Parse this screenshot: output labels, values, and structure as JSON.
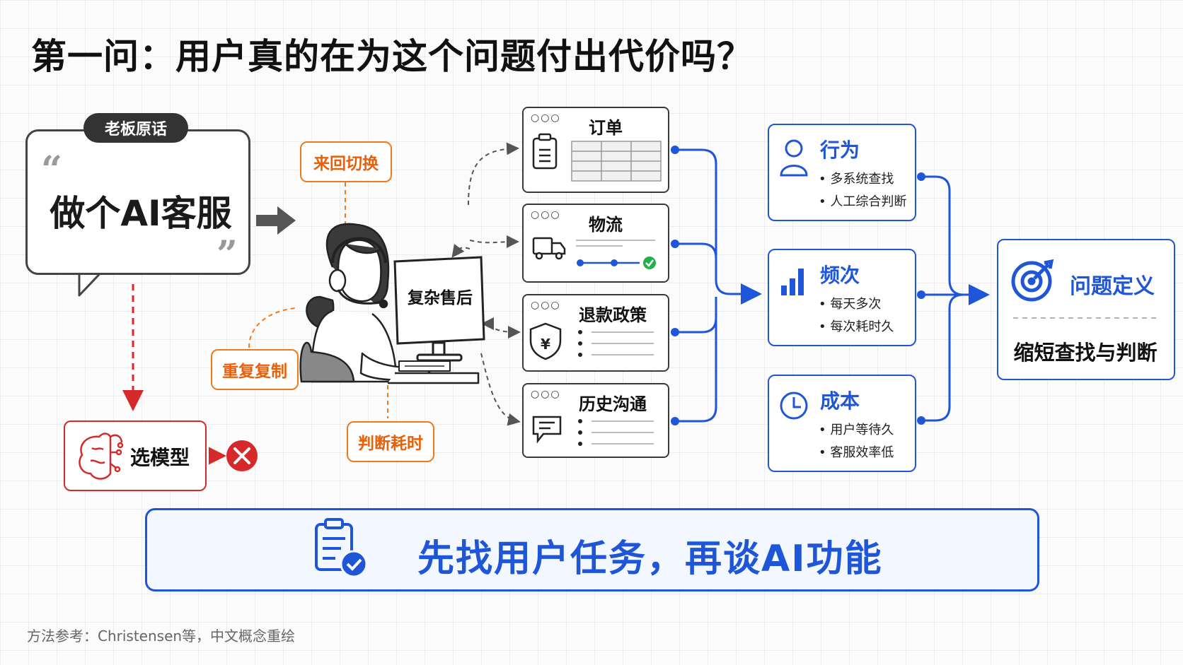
{
  "title": "第一问：用户真的在为这个问题付出代价吗？",
  "boss_quote": {
    "tag": "老板原话",
    "text": "做个AI客服",
    "open_mark": "“",
    "close_mark": "”"
  },
  "screen_label": "复杂售后",
  "pain_tags": {
    "switch": "来回切换",
    "copy": "重复复制",
    "judge": "判断耗时"
  },
  "model": {
    "label": "选模型"
  },
  "systems": [
    {
      "title": "订单",
      "icon": "clipboard-icon"
    },
    {
      "title": "物流",
      "icon": "truck-icon"
    },
    {
      "title": "退款政策",
      "icon": "yen-shield-icon"
    },
    {
      "title": "历史沟通",
      "icon": "chat-icon"
    }
  ],
  "cost_cards": [
    {
      "title": "行为",
      "icon": "user-icon",
      "bullets": [
        "多系统查找",
        "人工综合判断"
      ]
    },
    {
      "title": "频次",
      "icon": "bar-chart-icon",
      "bullets": [
        "每天多次",
        "每次耗时久"
      ]
    },
    {
      "title": "成本",
      "icon": "clock-icon",
      "bullets": [
        "用户等待久",
        "客服效率低"
      ]
    }
  ],
  "definition": {
    "title": "问题定义",
    "subtitle": "缩短查找与判断",
    "icon": "target-icon"
  },
  "banner": {
    "text": "先找用户任务，再谈AI功能",
    "icon": "clipboard-check-icon"
  },
  "footnote": "方法参考：Christensen等，中文概念重绘",
  "colors": {
    "blue": "#1f56d8",
    "orange": "#f07a1a",
    "red": "#d62a2a",
    "dark": "#333333",
    "green": "#22b04b"
  }
}
